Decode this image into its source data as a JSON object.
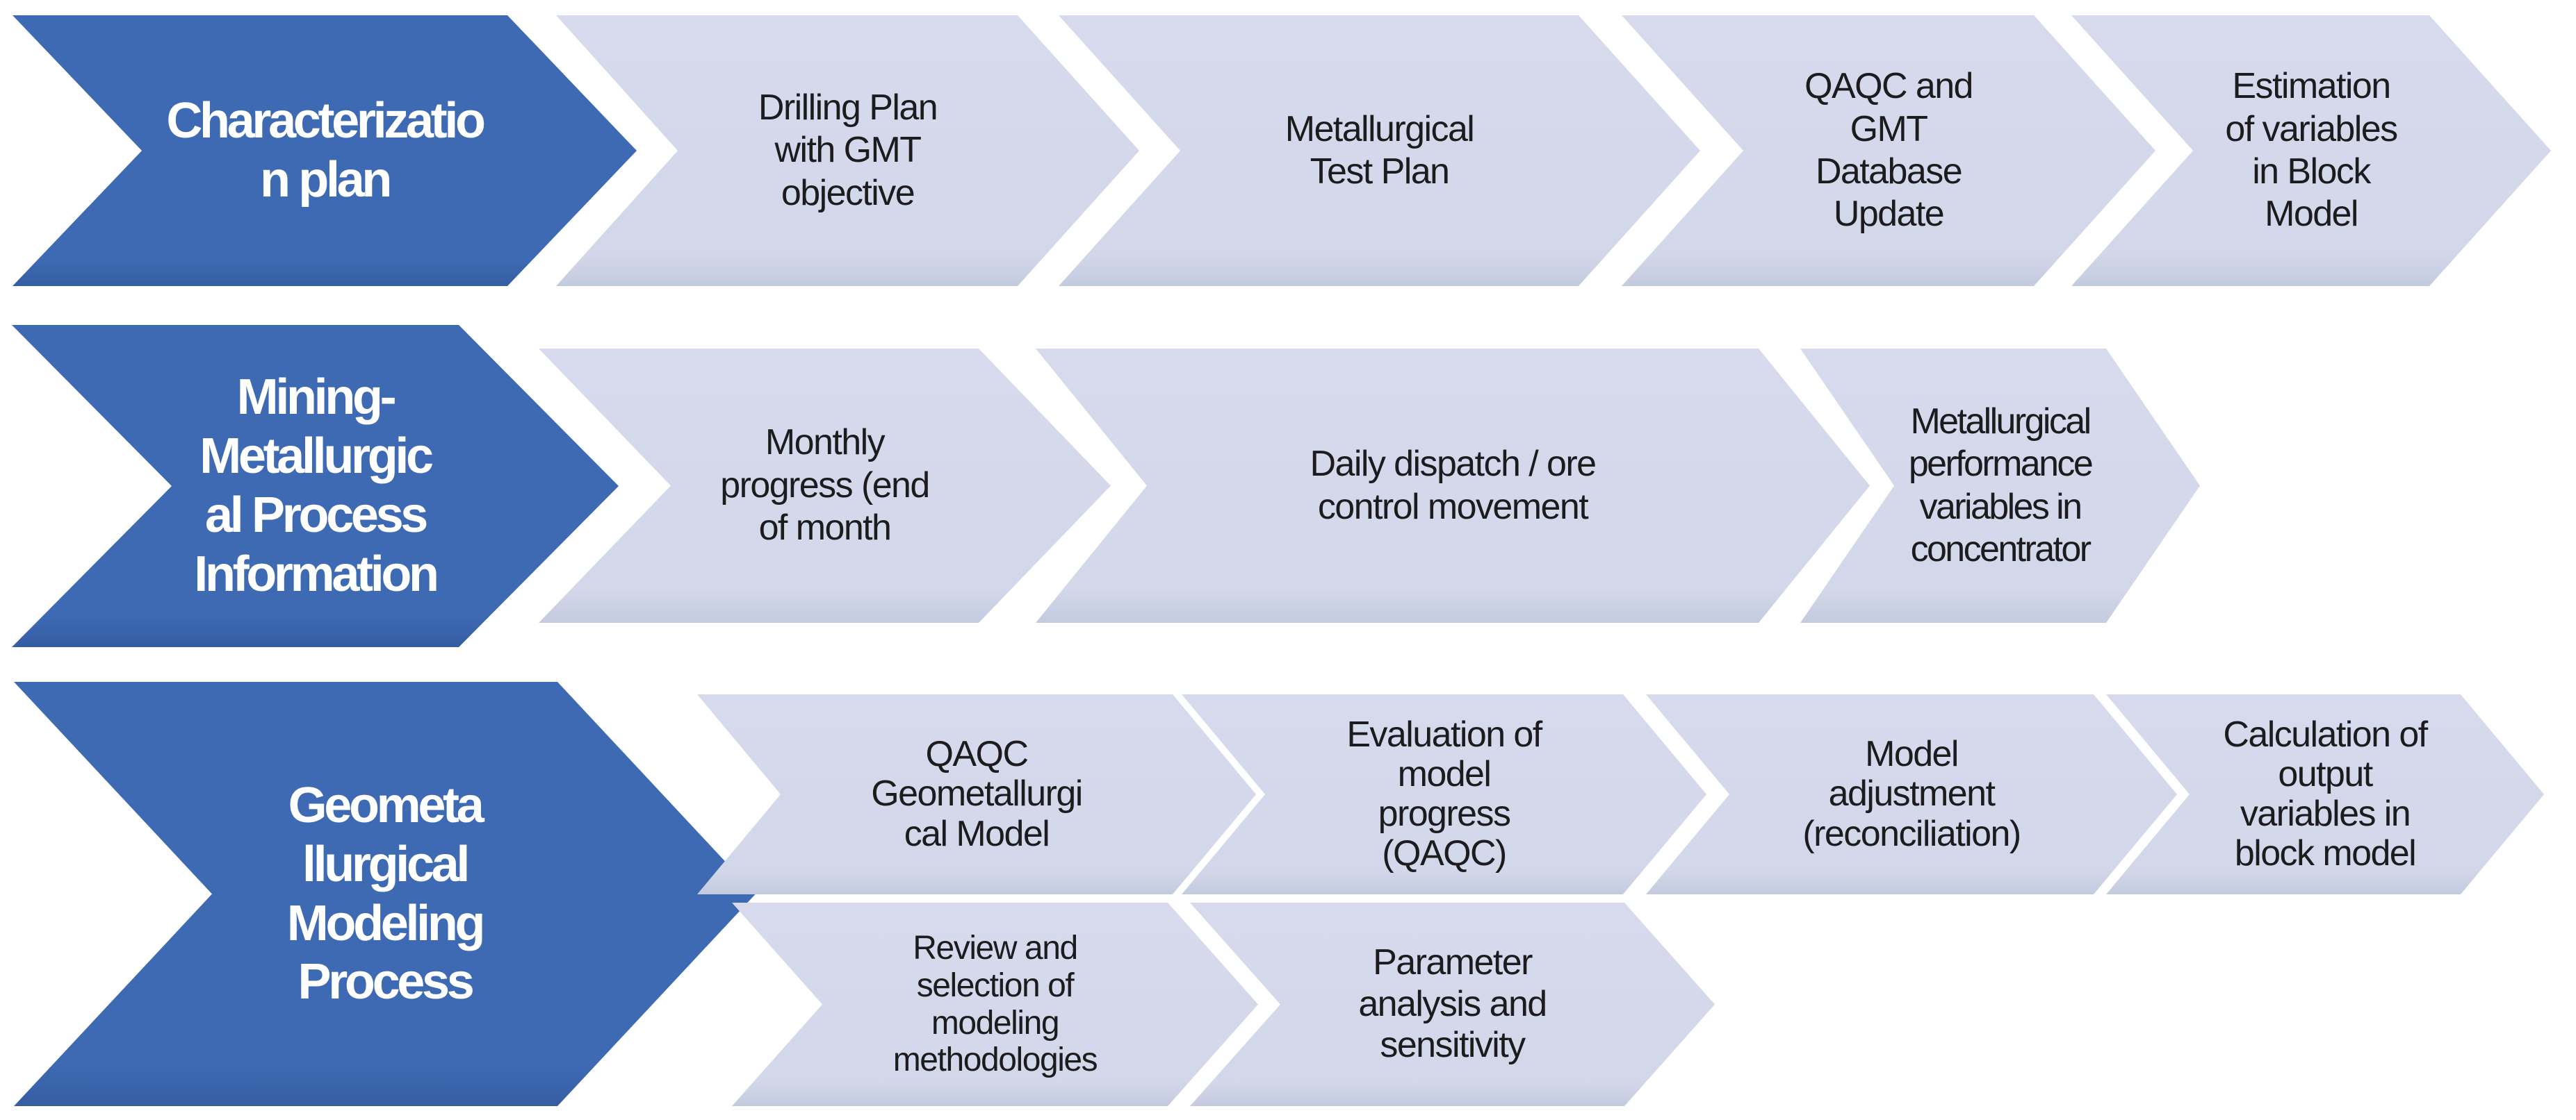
{
  "diagram": {
    "title": "Geometallurgical process chevron flow diagram",
    "colors": {
      "accent": "#3e6ab4",
      "secondary": "#d2d7e9",
      "text_dark": "#1c1c1e",
      "text_light": "#ffffff",
      "background": "#ffffff"
    },
    "rows": [
      {
        "header": {
          "label": "Characterizatio\nn plan"
        },
        "steps": [
          {
            "label": "Drilling Plan\nwith GMT\nobjective"
          },
          {
            "label": "Metallurgical\nTest Plan"
          },
          {
            "label": "QAQC and\nGMT\nDatabase\nUpdate"
          },
          {
            "label": "Estimation\nof variables\nin Block\nModel"
          }
        ]
      },
      {
        "header": {
          "label": "Mining-\nMetallurgic\nal Process\nInformation"
        },
        "steps": [
          {
            "label": "Monthly\nprogress (end\nof month"
          },
          {
            "label": "Daily dispatch / ore\ncontrol movement"
          },
          {
            "label": "Metallurgical\nperformance\nvariables in\nconcentrator"
          }
        ]
      },
      {
        "header": {
          "label": "Geometa\nllurgical\nModeling\nProcess"
        },
        "steps": [
          {
            "label": "QAQC\nGeometallurgi\ncal Model"
          },
          {
            "label": "Evaluation of\nmodel\nprogress\n(QAQC)"
          },
          {
            "label": "Model\nadjustment\n(reconciliation)"
          },
          {
            "label": "Calculation of\noutput\nvariables in\nblock model"
          },
          {
            "label": "Review and\nselection of\nmodeling\nmethodologies"
          },
          {
            "label": "Parameter\nanalysis and\nsensitivity"
          }
        ]
      }
    ]
  }
}
